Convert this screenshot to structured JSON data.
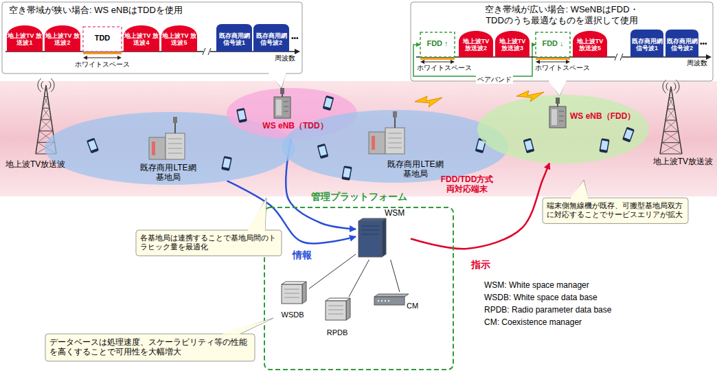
{
  "diagram": {
    "nodes": [
      {
        "text": [
          "空き帯域が狭い場合: WS eNBはTDDを使用"
        ]
      },
      {
        "text": [
          "地上波TV 放送波1"
        ],
        "in": 0
      },
      {
        "text": [
          "地上波TV 放送波2"
        ],
        "in": 0
      },
      {
        "text": [
          "TDD"
        ],
        "in": 0
      },
      {
        "text": [
          "地上波TV 放送波4"
        ],
        "in": 0
      },
      {
        "text": [
          "地上波TV 放送波5"
        ],
        "in": 0
      },
      {
        "text": [
          "既存商用網 信号波1"
        ],
        "in": 0
      },
      {
        "text": [
          "既存商用網 信号波2"
        ],
        "in": 0
      },
      {
        "text": [
          "空き帯域が広い場合: WSeNBはFDD・TDDのうち最適なものを選択して使用"
        ]
      },
      {
        "text": [
          "FDD ↑"
        ],
        "in": 8
      },
      {
        "text": [
          "地上波TV 放送波2"
        ],
        "in": 8
      },
      {
        "text": [
          "地上波TV 放送波3"
        ],
        "in": 8
      },
      {
        "text": [
          "FDD ↓"
        ],
        "in": 8
      },
      {
        "text": [
          "地上波TV 放送波5"
        ],
        "in": 8
      },
      {
        "text": [
          "既存商用網 信号波1"
        ],
        "in": 8
      },
      {
        "text": [
          "既存商用網 信号波2"
        ],
        "in": 8
      },
      {
        "text": [
          "既存商用LTE網 基地局"
        ]
      },
      {
        "text": [
          "WS eNB（TDD）"
        ]
      },
      {
        "text": [
          "既存商用LTE網 基地局"
        ]
      },
      {
        "text": [
          "WS eNB（FDD）"
        ]
      },
      {
        "text": [
          "管理プラットフォーム"
        ]
      },
      {
        "text": [
          "WSM"
        ],
        "in": 20
      },
      {
        "text": [
          "WSDB"
        ],
        "in": 20
      },
      {
        "text": [
          "RPDB"
        ],
        "in": 20
      },
      {
        "text": [
          "CM"
        ],
        "in": 20
      },
      {
        "text": [
          "各基地局は連携することで基地局間のトラヒック量を最適化"
        ]
      },
      {
        "text": [
          "データベースは処理速度、スケーラビリティ等の性能を高くすることで可用性を大幅増大"
        ]
      },
      {
        "text": [
          "端末側無線機が既存、可搬型基地局双方に対応することでサービスエリアが拡大"
        ]
      }
    ],
    "edges": [
      {
        "from": 16,
        "to": 21,
        "arrow": "to",
        "label": "情報"
      },
      {
        "from": 17,
        "to": 21,
        "arrow": "to"
      },
      {
        "from": 21,
        "to": 19,
        "arrow": "to",
        "label": "指示"
      },
      {
        "from": 21,
        "to": 22,
        "arrow": "none"
      },
      {
        "from": 21,
        "to": 23,
        "arrow": "none"
      },
      {
        "from": 21,
        "to": 24,
        "arrow": "none"
      },
      {
        "from": 12,
        "to": 9,
        "arrow": "both",
        "label": "ペアバンド"
      }
    ],
    "labels": [
      "ホワイトスペース",
      "周波数",
      "•••",
      "ホワイトスペース",
      "ホワイトスペース",
      "周波数",
      "•••",
      "地上波TV放送波",
      "地上波TV放送波",
      "FDD/TDD方式 両対応端末",
      "WSM: White space manager",
      "WSDB: White space data base",
      "RPDB: Radio parameter data base",
      "CM: Coexistence manager"
    ]
  }
}
